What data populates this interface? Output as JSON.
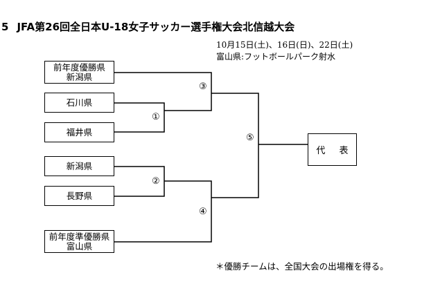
{
  "title": {
    "number": "5",
    "text": "JFA第26回全日本U-18女子サッカー選手権大会北信越大会"
  },
  "dates": "10月15日(土)、16日(日)、22日(土)",
  "venue": "富山県:フットボールパーク射水",
  "teams": [
    {
      "line1": "前年度優勝県",
      "line2": "新潟県"
    },
    {
      "line1": "石川県"
    },
    {
      "line1": "福井県"
    },
    {
      "line1": "新潟県"
    },
    {
      "line1": "長野県"
    },
    {
      "line1": "前年度準優勝県",
      "line2": "富山県"
    }
  ],
  "matches": [
    "①",
    "②",
    "③",
    "④",
    "⑤"
  ],
  "winner": "代 表",
  "note": "＊優勝チームは、全国大会の出場権を得る。"
}
